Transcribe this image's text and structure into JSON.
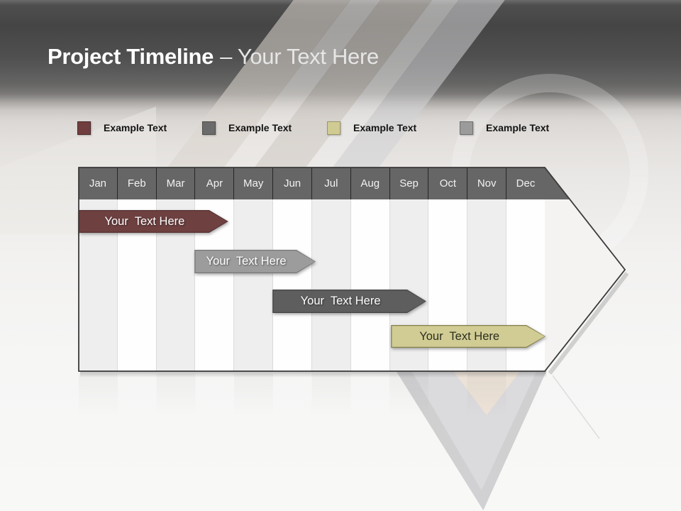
{
  "slide": {
    "title": {
      "primary": "Project Timeline",
      "secondary": "– Your Text Here"
    }
  },
  "legend": {
    "items": [
      {
        "label": "Example Text",
        "fill": "#713e3f",
        "border": "#4a282a"
      },
      {
        "label": "Example Text",
        "fill": "#6b6b6b",
        "border": "#4d4d4d"
      },
      {
        "label": "Example Text",
        "fill": "#cfcb92",
        "border": "#9b9766"
      },
      {
        "label": "Example Text",
        "fill": "#9b9b9b",
        "border": "#6f6f6f"
      }
    ]
  },
  "chart_data": {
    "type": "bar",
    "variant": "gantt-timeline",
    "title": "Project Timeline – Your Text Here",
    "categories": [
      "Jan",
      "Feb",
      "Mar",
      "Apr",
      "May",
      "Jun",
      "Jul",
      "Aug",
      "Sep",
      "Oct",
      "Nov",
      "Dec"
    ],
    "axis": {
      "unit": "month",
      "range": [
        0,
        12
      ],
      "grid": "vertical-stripes"
    },
    "bars": [
      {
        "label": "Your  Text Here",
        "start_month": 0.0,
        "end_month": 3.85,
        "fill": "#6e4040",
        "border": "#553131",
        "text_color": "#ffffff"
      },
      {
        "label": "Your  Text Here",
        "start_month": 2.98,
        "end_month": 6.1,
        "fill": "#9c9c9c",
        "border": "#787878",
        "text_color": "#ffffff"
      },
      {
        "label": "Your  Text Here",
        "start_month": 4.99,
        "end_month": 8.95,
        "fill": "#5e5e5e",
        "border": "#454545",
        "text_color": "#ffffff"
      },
      {
        "label": "Your  Text Here",
        "start_month": 8.04,
        "end_month": 12.02,
        "fill": "#d0cc94",
        "border": "#84804c",
        "text_color": "#2e2e1f"
      }
    ],
    "colors": {
      "month_band": "#666667",
      "stripe_odd": "#efeeee",
      "stripe_even": "#fefefe",
      "arrow_fill": "#f4f3f2",
      "arrow_outline": "#3a3a3a"
    },
    "legend_position": "top"
  }
}
